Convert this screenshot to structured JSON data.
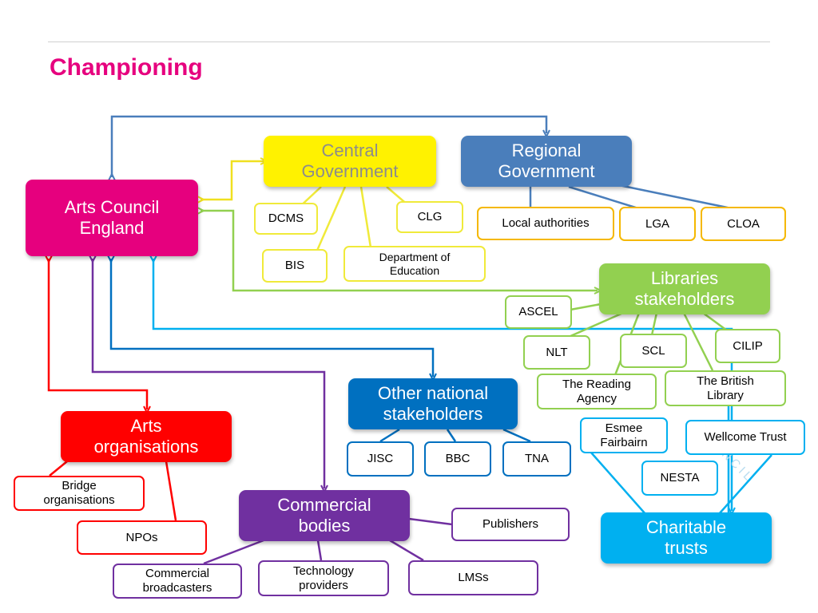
{
  "title": "Championing",
  "nodes": {
    "ace": "Arts Council England",
    "central_gov": "Central Government",
    "regional_gov": "Regional Government",
    "libraries": "Libraries stakeholders",
    "other_national": "Other national stakeholders",
    "arts_orgs": "Arts organisations",
    "commercial": "Commercial bodies",
    "charitable": "Charitable trusts"
  },
  "central_gov_members": {
    "dcms": "DCMS",
    "clg": "CLG",
    "bis": "BIS",
    "doe": "Department of Education"
  },
  "regional_gov_members": {
    "local_authorities": "Local authorities",
    "lga": "LGA",
    "cloa": "CLOA"
  },
  "libraries_members": {
    "ascel": "ASCEL",
    "nlt": "NLT",
    "scl": "SCL",
    "cilip": "CILIP",
    "reading_agency": "The Reading Agency",
    "british_library": "The British Library"
  },
  "other_national_members": {
    "jisc": "JISC",
    "bbc": "BBC",
    "tna": "TNA"
  },
  "arts_org_members": {
    "bridge": "Bridge organisations",
    "npos": "NPOs"
  },
  "commercial_members": {
    "publishers": "Publishers",
    "broadcasters": "Commercial broadcasters",
    "technology": "Technology providers",
    "lms": "LMSs"
  },
  "charitable_members": {
    "esmee": "Esmee Fairbairn",
    "wellcome": "Wellcome Trust",
    "nesta": "NESTA"
  },
  "watermark": "COUNCIL",
  "colors": {
    "ace": "#e6007e",
    "central": "#fff200",
    "regional": "#4a7ebb",
    "libraries": "#92d050",
    "other_national": "#0070c0",
    "arts": "#ff0000",
    "commercial": "#7030a0",
    "charitable": "#00b0f0",
    "regional_sub_border": "#f5b800",
    "central_sub_border": "#f0ea3a"
  }
}
